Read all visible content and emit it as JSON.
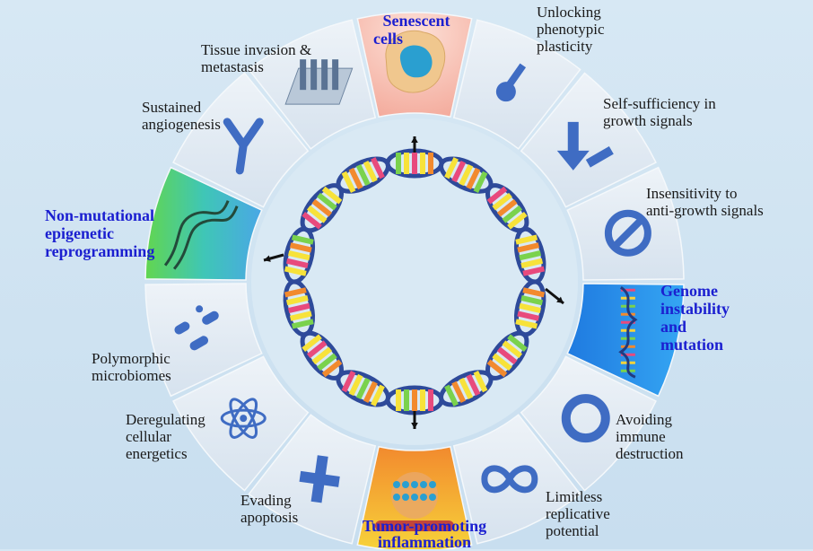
{
  "hallmarks": {
    "senescent": "Senescent cells",
    "unlocking": "Unlocking phenotypic plasticity",
    "self_sufficiency": "Self-sufficiency in growth signals",
    "insensitivity": "Insensitivity to anti-growth signals",
    "genome": "Genome instability and mutation",
    "avoiding": "Avoiding immune destruction",
    "limitless": "Limitless replicative potential",
    "tumor": "Tumor-promoting inflammation",
    "evading": "Evading apoptosis",
    "deregulating": "Deregulating cellular energetics",
    "polymorphic": "Polymorphic microbiomes",
    "non_mutational": "Non-mutational epigenetic reprogramming",
    "angiogenesis": "Sustained angiogenesis",
    "invasion": "Tissue invasion & metastasis"
  },
  "label_lines": {
    "senescent": [
      "Senescent",
      "cells"
    ],
    "unlocking": [
      "Unlocking",
      "phenotypic",
      "plasticity"
    ],
    "self_sufficiency": [
      "Self-sufficiency in",
      "growth signals"
    ],
    "insensitivity": [
      "Insensitivity to",
      "anti-growth signals"
    ],
    "genome": [
      "Genome",
      "instability",
      "and",
      "mutation"
    ],
    "avoiding": [
      "Avoiding",
      "immune",
      "destruction"
    ],
    "limitless": [
      "Limitless",
      "replicative",
      "potential"
    ],
    "tumor": [
      "Tumor-promoting",
      "inflammation"
    ],
    "evading": [
      "Evading",
      "apoptosis"
    ],
    "deregulating": [
      "Deregulating",
      "cellular",
      "energetics"
    ],
    "polymorphic": [
      "Polymorphic",
      "microbiomes"
    ],
    "non_mutational": [
      "Non-mutational",
      "epigenetic",
      "reprogramming"
    ],
    "angiogenesis": [
      "Sustained",
      "angiogenesis"
    ],
    "invasion": [
      "Tissue invasion &",
      "metastasis"
    ]
  },
  "colors": {
    "background": "#cfe3f1",
    "ring_segment": "#e4edf5",
    "icon_blue": "#3f6cc3",
    "highlight_text": "#1b1fd0",
    "senescent_segment": "#f6b8ad",
    "genome_segment": "#2a86e8",
    "tumor_segment": "#f5c030",
    "epigenetic_segment": "#3ec7b0",
    "dna_backbone": "#2e4a9a"
  },
  "icons": {
    "senescent": "senescent-cell-icon",
    "unlocking": "key-icon",
    "self_sufficiency": "down-arrow-icon",
    "insensitivity": "no-entry-icon",
    "genome": "dna-strand-icon",
    "avoiding": "shield-circle-icon",
    "limitless": "infinity-icon",
    "tumor": "inflamed-tissue-icon",
    "evading": "cross-icon",
    "deregulating": "atom-icon",
    "polymorphic": "bacteria-icon",
    "non_mutational": "chromatin-icon",
    "angiogenesis": "vessel-branch-icon",
    "invasion": "invasion-tissue-icon"
  }
}
